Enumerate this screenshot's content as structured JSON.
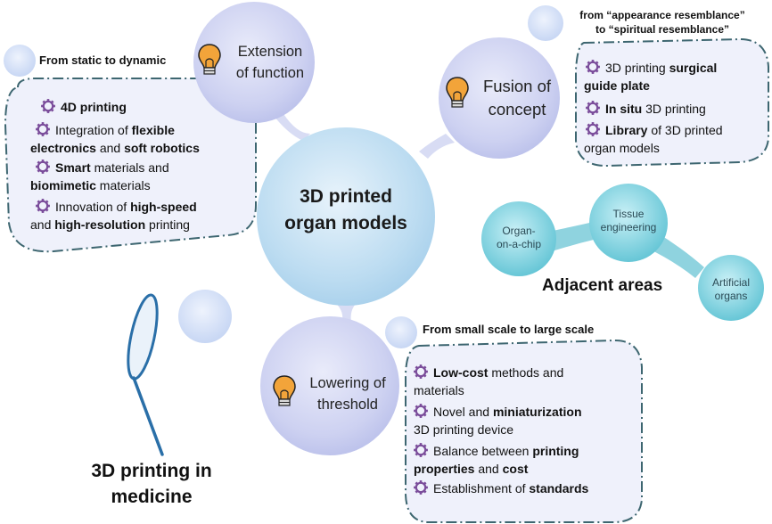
{
  "center": {
    "line1": "3D printed",
    "line2": "organ models"
  },
  "extension": {
    "title_line1": "Extension",
    "title_line2": "of function",
    "header": "From static to dynamic",
    "items": [
      {
        "parts": [
          {
            "t": "4D printing",
            "b": true
          }
        ]
      },
      {
        "parts": [
          {
            "t": "Integration of ",
            "b": false
          },
          {
            "t": "flexible",
            "b": true
          }
        ],
        "parts2": [
          {
            "t": "electronics",
            "b": true
          },
          {
            "t": " and ",
            "b": false
          },
          {
            "t": "soft robotics",
            "b": true
          }
        ]
      },
      {
        "parts": [
          {
            "t": "Smart",
            "b": true
          },
          {
            "t": " materials and",
            "b": false
          }
        ],
        "parts2": [
          {
            "t": "biomimetic",
            "b": true
          },
          {
            "t": " materials",
            "b": false
          }
        ]
      },
      {
        "parts": [
          {
            "t": "Innovation of ",
            "b": false
          },
          {
            "t": "high-speed",
            "b": true
          }
        ],
        "parts2": [
          {
            "t": "and ",
            "b": false
          },
          {
            "t": "high-resolution",
            "b": true
          },
          {
            "t": " printing",
            "b": false
          }
        ]
      }
    ]
  },
  "fusion": {
    "title_line1": "Fusion of",
    "title_line2": "concept",
    "header_line1": "from “appearance resemblance”",
    "header_line2": "to “spiritual resemblance”",
    "items": [
      {
        "parts": [
          {
            "t": "3D printing ",
            "b": false
          },
          {
            "t": "surgical",
            "b": true
          }
        ],
        "parts2": [
          {
            "t": "guide plate",
            "b": true
          }
        ]
      },
      {
        "parts": [
          {
            "t": "In situ",
            "b": true
          },
          {
            "t": " 3D printing",
            "b": false
          }
        ]
      },
      {
        "parts": [
          {
            "t": "Library",
            "b": true
          },
          {
            "t": " of 3D printed",
            "b": false
          }
        ],
        "parts2": [
          {
            "t": "organ models",
            "b": false
          }
        ]
      }
    ]
  },
  "lowering": {
    "title_line1": "Lowering of",
    "title_line2": "threshold",
    "header": "From small scale to large scale",
    "items": [
      {
        "parts": [
          {
            "t": "Low-cost",
            "b": true
          },
          {
            "t": " methods and",
            "b": false
          }
        ],
        "parts2": [
          {
            "t": "materials",
            "b": false
          }
        ]
      },
      {
        "parts": [
          {
            "t": "Novel and ",
            "b": false
          },
          {
            "t": "miniaturization",
            "b": true
          }
        ],
        "parts2": [
          {
            "t": "3D printing device",
            "b": false
          }
        ]
      },
      {
        "parts": [
          {
            "t": "Balance between ",
            "b": false
          },
          {
            "t": "printing",
            "b": true
          }
        ],
        "parts2": [
          {
            "t": "properties",
            "b": true
          },
          {
            "t": " and ",
            "b": false
          },
          {
            "t": "cost",
            "b": true
          }
        ]
      },
      {
        "parts": [
          {
            "t": "Establishment of ",
            "b": false
          },
          {
            "t": "standards",
            "b": true
          }
        ]
      }
    ]
  },
  "adjacent": {
    "label": "Adjacent areas",
    "organ_chip_l1": "Organ-",
    "organ_chip_l2": "on-a-chip",
    "tissue_l1": "Tissue",
    "tissue_l2": "engineering",
    "artificial_l1": "Artificial",
    "artificial_l2": "organs"
  },
  "medicine": {
    "line1": "3D printing in",
    "line2": "medicine"
  },
  "colors": {
    "bubble": "#c9cdf0",
    "gear": "#7a4c9a",
    "bulb": "#f2a43a",
    "dash": "#3d6670",
    "teal": "#5cc0d2",
    "handle": "#2a6fa8"
  }
}
